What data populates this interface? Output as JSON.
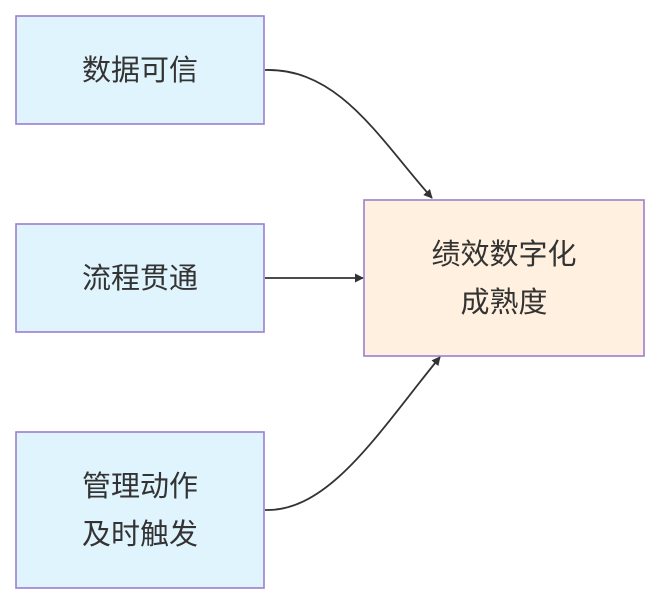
{
  "colors": {
    "source_fill": "#e0f4fd",
    "target_fill": "#fff0df",
    "border": "#9b7fd1",
    "edge": "#333333",
    "text": "#333333"
  },
  "nodes": {
    "data_credible": {
      "lines": [
        "数据可信"
      ]
    },
    "process_connected": {
      "lines": [
        "流程贯通"
      ]
    },
    "management_triggered": {
      "lines": [
        "管理动作",
        "及时触发"
      ]
    },
    "performance_maturity": {
      "lines": [
        "绩效数字化",
        "成熟度"
      ]
    }
  },
  "edges": [
    {
      "from": "data_credible",
      "to": "performance_maturity"
    },
    {
      "from": "process_connected",
      "to": "performance_maturity"
    },
    {
      "from": "management_triggered",
      "to": "performance_maturity"
    }
  ]
}
